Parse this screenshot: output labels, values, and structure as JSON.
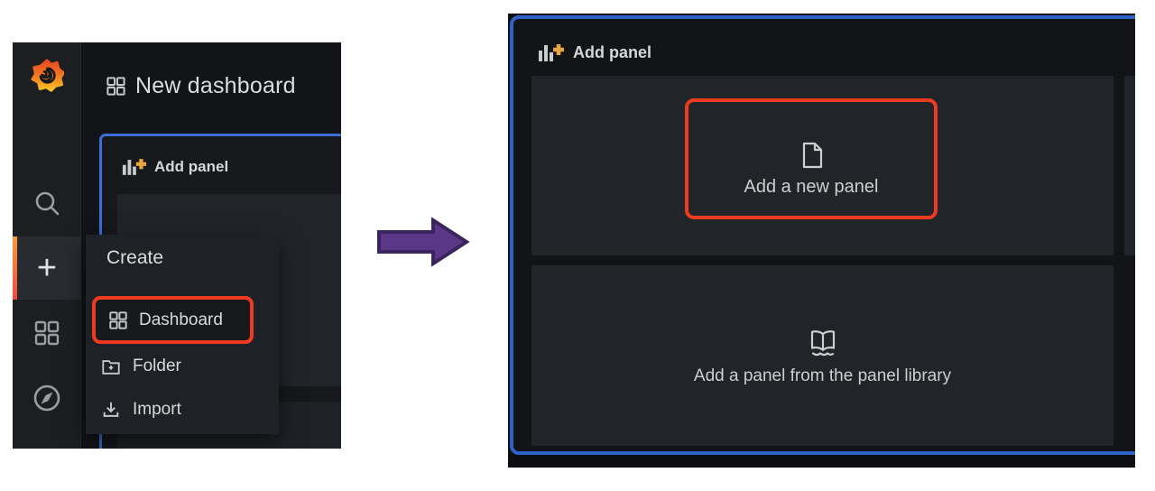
{
  "left_screenshot": {
    "app_header": {
      "title": "New dashboard"
    },
    "sidebar": {
      "plus_label": "+"
    },
    "add_panel_widget": {
      "title": "Add panel"
    },
    "create_menu": {
      "title": "Create",
      "items": [
        {
          "label": "Dashboard",
          "highlighted": true
        },
        {
          "label": "Folder",
          "highlighted": false
        },
        {
          "label": "Import",
          "highlighted": false
        }
      ]
    }
  },
  "right_screenshot": {
    "add_panel_widget": {
      "title": "Add panel"
    },
    "options": [
      {
        "label": "Add a new panel",
        "highlighted": true
      },
      {
        "label": "Add a panel from the panel library",
        "highlighted": false
      }
    ]
  },
  "annotations": {
    "highlight_color": "#ee3a21",
    "arrow_color": "#5b3788",
    "arrow_outline_color": "#3c255e",
    "focus_border_color": "#2f62c6",
    "accent_gradient_top": "#fb9a3c",
    "accent_gradient_bottom": "#ee4b3d"
  }
}
